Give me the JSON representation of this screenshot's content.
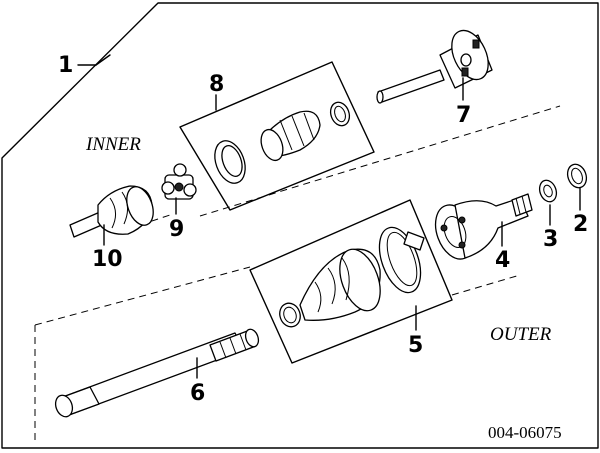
{
  "callouts": {
    "c1": "1",
    "c2": "2",
    "c3": "3",
    "c4": "4",
    "c5": "5",
    "c6": "6",
    "c7": "7",
    "c8": "8",
    "c9": "9",
    "c10": "10"
  },
  "labels": {
    "inner": "INNER",
    "outer": "OUTER"
  },
  "diagram_code": "004-06075"
}
